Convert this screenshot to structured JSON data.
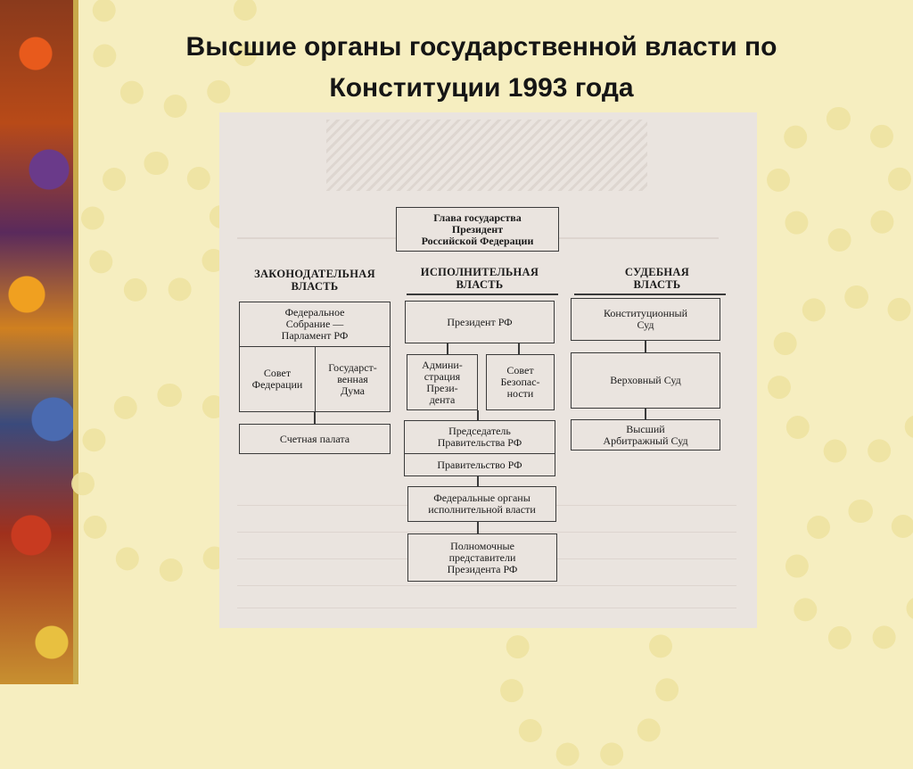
{
  "slide": {
    "title": "Высшие органы государственной власти по  Конституции 1993 года"
  },
  "diagram": {
    "head_of_state": "Глава государства\nПрезидент\nРоссийской Федерации",
    "branches": {
      "legislative": "ЗАКОНОДАТЕЛЬНАЯ\nВЛАСТЬ",
      "executive": "ИСПОЛНИТЕЛЬНАЯ\nВЛАСТЬ",
      "judicial": "СУДЕБНАЯ\nВЛАСТЬ"
    },
    "legislative": {
      "federal_assembly": "Федеральное\nСобрание —\nПарламент РФ",
      "federation_council": "Совет\nФедерации",
      "state_duma": "Государст-\nвенная\nДума",
      "accounts_chamber": "Счетная палата"
    },
    "executive": {
      "president": "Президент РФ",
      "administration": "Админи-\nстрация\nПрези-\nдента",
      "security_council": "Совет\nБезопас-\nности",
      "chairman": "Председатель\nПравительства РФ",
      "government": "Правительство РФ",
      "federal_bodies": "Федеральные органы\nисполнительной власти",
      "representatives": "Полномочные\nпредставители\nПрезидента РФ"
    },
    "judicial": {
      "constitutional_court": "Конституционный\nСуд",
      "supreme_court": "Верховный Суд",
      "arbitration_court": "Высший\nАрбитражный Суд"
    }
  }
}
